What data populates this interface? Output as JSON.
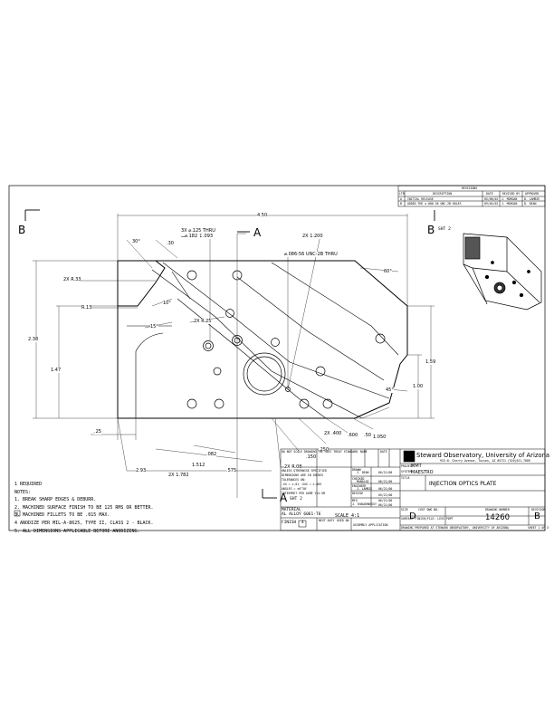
{
  "views": {
    "section_label_b": "B",
    "sheet_ref": "SHT 2",
    "section_label_a": "A",
    "scale": "SCALE 4:1"
  },
  "dimensions": {
    "overall_width": "4.50",
    "angle_30": "30°",
    "dim_30": ".30",
    "hole_callout_1": "3X ⌀.125 THRU",
    "hole_callout_2": "⌴⌀.182 ↧.093",
    "radius_1200": "2X 1.200",
    "thread": "⌀.086-56 UNC-2B THRU",
    "angle_60": "60°",
    "radius_r33": "2X R.33",
    "angle_10": "10°",
    "radius_r13": "R.13",
    "radius_r25": "2X R.25",
    "angle_15": "15°",
    "height_238": "2.38",
    "height_147": "1.47",
    "height_159": "1.59",
    "height_100": "1.00",
    "angle_45": "45°",
    "dim_25": ".25",
    "dim_400": "2X .400",
    "dim_600": ".600",
    "dim_50": ".50",
    "dim_1050": "1.050",
    "dim_250": ".250",
    "dim_150": ".150",
    "dim_082": ".082",
    "dim_1512": "1.512",
    "dim_575": ".575",
    "radius_r08": "2X R.08",
    "dim_293": "2.93",
    "dim_1782": "2X 1.782"
  },
  "notes": {
    "required": "1 REQUIRED",
    "title": "NOTES:",
    "items": [
      "1. BREAK SHARP EDGES & DEBURR.",
      "2. MACHINED SURFACE FINISH TO BE 125 RMS OR BETTER.",
      "3. MACHINED FILLETS TO BE .015 MAX.",
      "4  ANODIZE PER MIL-A-8625, TYPE II, CLASS 2 - BLACK.",
      "5. ALL DIMENSIONS APPLICABLE BEFORE ANODIZING."
    ],
    "flag": "4"
  },
  "revisions": {
    "title": "REVISIONS",
    "headers": [
      "LTR",
      "DESCRIPTION",
      "DATE",
      "REVISED BY",
      "APPROVED"
    ],
    "rows": [
      [
        "A",
        "INITIAL RELEASE",
        "05/08/02",
        "J. MORGAN",
        "D. LAMBIE"
      ],
      [
        "B",
        "ADDED THE ⌀.086-56 UNC-2B HOLES",
        "09/04/02",
        "J. MORGAN",
        "D. DEAN"
      ]
    ]
  },
  "title_block": {
    "org": "Steward Observatory, University of Arizona",
    "address": "933 N. Cherry Avenue, Tucson, AZ  85721    (520)621-7889",
    "project_label": "PROJECT",
    "project": "MMT",
    "system_label": "SYSTEM",
    "system": "MAESTRO",
    "title_label": "TITLE",
    "title": "INJECTION OPTICS PLATE",
    "size_label": "SIZE",
    "size": "D",
    "cust_label": "CUST DWG NO.",
    "dwg_label": "DRAWING NUMBER",
    "dwg_no": "14260",
    "rev_label": "REVISION",
    "rev": "B",
    "sheet": "SHEET 1 OF 3",
    "material_label": "MATERIAL",
    "material": "AL ALLOY 6061-T6",
    "finish_label": "FINISH",
    "finish": "4",
    "next_assy": "NEXT ASSY",
    "used_on": "USED ON",
    "assy_app": "ASSEMBLY APPLICATION",
    "name_label": "NAME",
    "date_label": "DATE",
    "signoffs": [
      [
        "DRAWN",
        "J. DEAN",
        "06/21/00"
      ],
      [
        "CHECKED",
        "MANALGO",
        "06/21/00"
      ],
      [
        "ENGINEER",
        "J. LAMBIE",
        "06/21/00"
      ],
      [
        "DESIGN",
        "",
        "05/21/00"
      ],
      [
        "",
        "",
        "06/21/00"
      ],
      [
        "MFG",
        "J. SHAUGHNESSY",
        "06/21/00"
      ],
      [
        "",
        "",
        "06/21/00"
      ]
    ],
    "tolerance_head": "THE HEAT TREAT STANDARD",
    "tolerance_lines": [
      "UNLESS OTHERWISE SPECIFIED",
      "DIMENSIONS ARE IN INCHES",
      "TOLERANCES ON:",
      ".XX = ±.01   .XXX = ±.005",
      "ANGLES = ±0°30'",
      "INTERPRET PER ASME Y14.5M"
    ],
    "view_head": "DO NOT SCALE DRAWING",
    "footer_1": "SURFACE FINISH/FILE: LESS PDPT",
    "footer_2": "DRAWING PREPARED AT STEWARD OBSERVATORY, UNIVERSITY OF ARIZONA"
  }
}
